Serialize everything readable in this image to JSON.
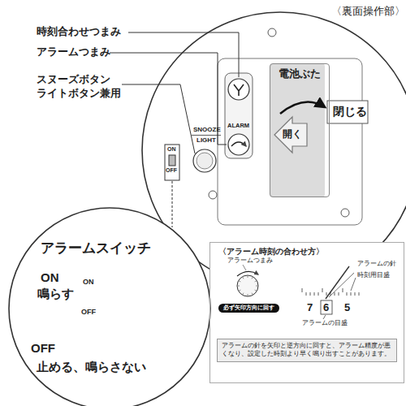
{
  "diagram": {
    "nodes": [
      {
        "text": [
          "電池ぶた"
        ]
      },
      {
        "text": [
          "アラームスイッチ",
          "ON",
          "鳴らす",
          "OFF",
          "止める、鳴らさない"
        ]
      },
      {
        "text": [
          "〈アラーム時刻の合わせ方〉"
        ]
      },
      {
        "text": [
          "必ず矢印方向に回す"
        ],
        "in": 2
      },
      {
        "text": [
          "アラームの針を矢印と逆方向に回すと、アラーム精度が悪くなり、設定した時刻より早く鳴り出すことがあります。"
        ],
        "in": 2
      }
    ],
    "labels": [
      "〈裏面操作部〉",
      "時刻合わせつまみ",
      "アラームつまみ",
      "スヌーズボタン ライトボタン兼用",
      "SNOOZE",
      "LIGHT",
      "ON",
      "OFF",
      "ALARM",
      "閉じる",
      "開く",
      "ON",
      "OFF",
      "アラームつまみ",
      "アラームの針",
      "時刻用目盛",
      "7",
      "6",
      "5",
      "アラームの目盛"
    ]
  }
}
